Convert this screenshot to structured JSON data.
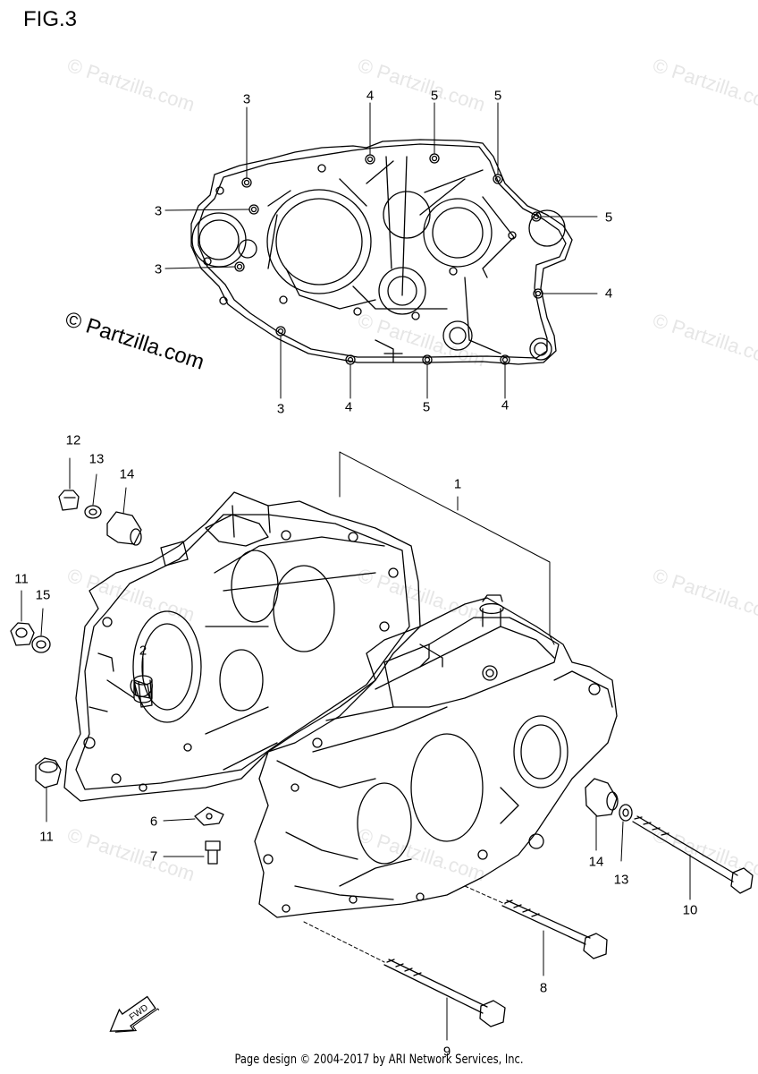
{
  "figure_title": "FIG.3",
  "watermark_text": "© Partzilla.com",
  "footer_text": "Page design © 2004-2017 by ARI Network Services, Inc.",
  "callouts_top": {
    "c3_top": "3",
    "c4_top": "4",
    "c5_top_a": "5",
    "c5_top_b": "5",
    "c3_left_a": "3",
    "c3_left_b": "3",
    "c5_right": "5",
    "c4_right": "4",
    "c3_bottom": "3",
    "c4_bottom_a": "4",
    "c5_bottom": "5",
    "c4_bottom_b": "4"
  },
  "callouts_bottom": {
    "p1": "1",
    "p2": "2",
    "p6": "6",
    "p7": "7",
    "p8": "8",
    "p9": "9",
    "p10": "10",
    "p11_a": "11",
    "p11_b": "11",
    "p12": "12",
    "p13_a": "13",
    "p13_b": "13",
    "p14_a": "14",
    "p14_b": "14",
    "p15": "15"
  },
  "fwd_label": "FWD"
}
